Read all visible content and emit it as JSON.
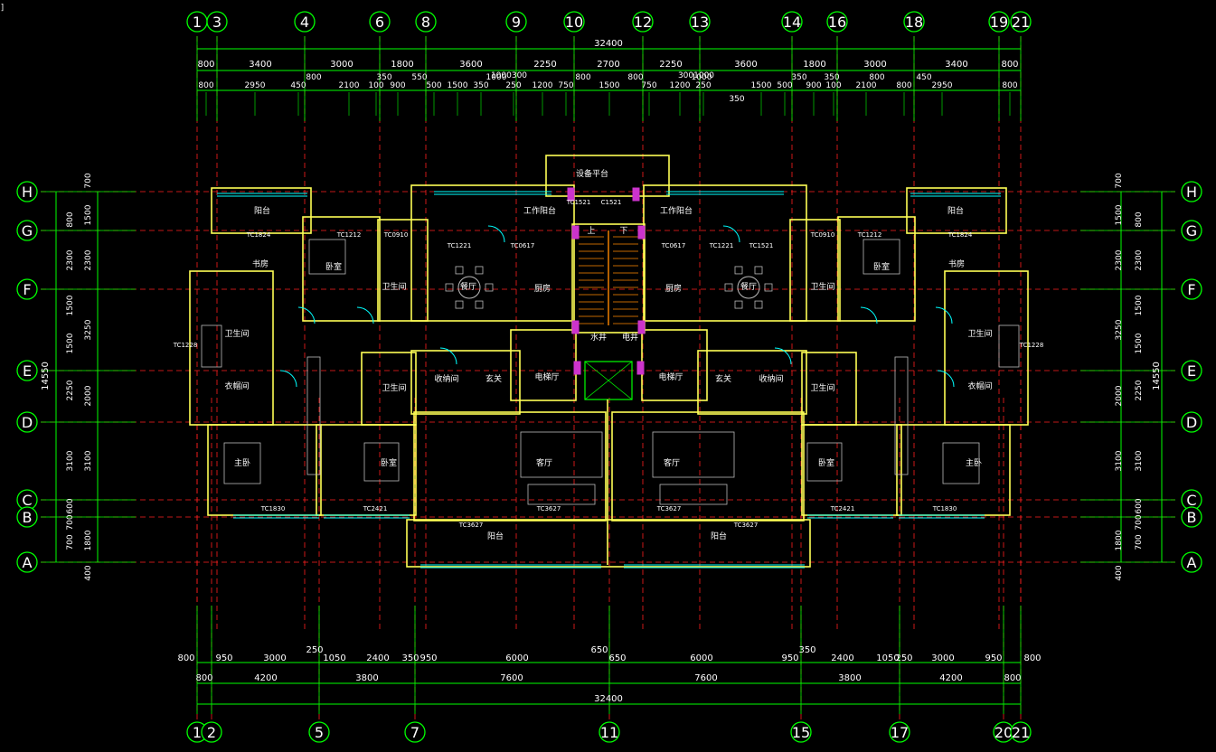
{
  "corner_mark": "]",
  "colors": {
    "background": "#000000",
    "dimension": "#00ff00",
    "axis": "#ff2020",
    "wall": "#ffff55",
    "window": "#00ffff",
    "text": "#ffffff",
    "column": "#cc33cc",
    "stair": "#ff8800",
    "furniture": "#bbbbbb"
  },
  "grid_top": [
    "1",
    "3",
    "4",
    "6",
    "8",
    "9",
    "10",
    "12",
    "13",
    "14",
    "16",
    "18",
    "19",
    "21"
  ],
  "grid_bottom": [
    "1",
    "2",
    "5",
    "7",
    "11",
    "15",
    "17",
    "20",
    "21"
  ],
  "grid_rows": [
    "H",
    "G",
    "F",
    "E",
    "D",
    "C",
    "B",
    "A"
  ],
  "top_dims": {
    "total": "32400",
    "row1": [
      "800",
      "3400",
      "3000",
      "1800",
      "3600",
      "2250",
      "2700",
      "2250",
      "3600",
      "1800",
      "3000",
      "3400",
      "800"
    ],
    "row2_small": [
      "800",
      "350",
      "550",
      "1000",
      "800",
      "800",
      "1000",
      "350",
      "350",
      "450",
      "800"
    ],
    "row3": [
      "800",
      "2950",
      "450",
      "2100",
      "100",
      "900",
      "500",
      "1500",
      "350",
      "250",
      "1200",
      "750",
      "1500",
      "750",
      "1200",
      "250",
      "1500",
      "500",
      "900",
      "100",
      "2100",
      "800",
      "2950",
      "800"
    ],
    "extra": [
      "3001000",
      "1000300",
      "350"
    ]
  },
  "bottom_dims": {
    "row1": [
      "800",
      "950",
      "3000",
      "250",
      "1050",
      "2400",
      "350",
      "950",
      "6000",
      "650",
      "650",
      "6000",
      "950",
      "350",
      "2400",
      "1050",
      "250",
      "3000",
      "950",
      "800"
    ],
    "row2": [
      "800",
      "4200",
      "3800",
      "7600",
      "7600",
      "3800",
      "4200",
      "800"
    ],
    "total": "32400"
  },
  "side_dims": {
    "total": "14550",
    "outer": [
      "700",
      "1500",
      "2300",
      "3250",
      "2000",
      "3100",
      "1800",
      "400"
    ],
    "inner": [
      "800",
      "2300",
      "1500",
      "1500",
      "2250",
      "3100",
      "600",
      "700",
      "700"
    ]
  },
  "rooms": [
    "设备平台",
    "阳台",
    "阳台",
    "工作阳台",
    "工作阳台",
    "书房",
    "书房",
    "卧室",
    "卧室",
    "卫生间",
    "卫生间",
    "卫生间",
    "卫生间",
    "卫生间",
    "卫生间",
    "餐厅",
    "餐厅",
    "厨房",
    "厨房",
    "上",
    "下",
    "水井",
    "电井",
    "电梯厅",
    "电梯厅",
    "收纳间",
    "收纳间",
    "玄关",
    "玄关",
    "衣帽间",
    "衣帽间",
    "主卧",
    "主卧",
    "卧室",
    "卧室",
    "客厅",
    "客厅",
    "阳台",
    "阳台"
  ],
  "window_tags": [
    "C1521",
    "TC1824",
    "TC1212",
    "TC0910",
    "TC1221",
    "TC0617",
    "TC0617",
    "TC1221",
    "TC0910",
    "TC1212",
    "TC1824",
    "TC1521",
    "TC1521",
    "TC1228",
    "TC1228",
    "TC1830",
    "TC1830",
    "TC2421",
    "TC2421",
    "TC3627",
    "TC3627",
    "TC3627",
    "TC3627"
  ]
}
